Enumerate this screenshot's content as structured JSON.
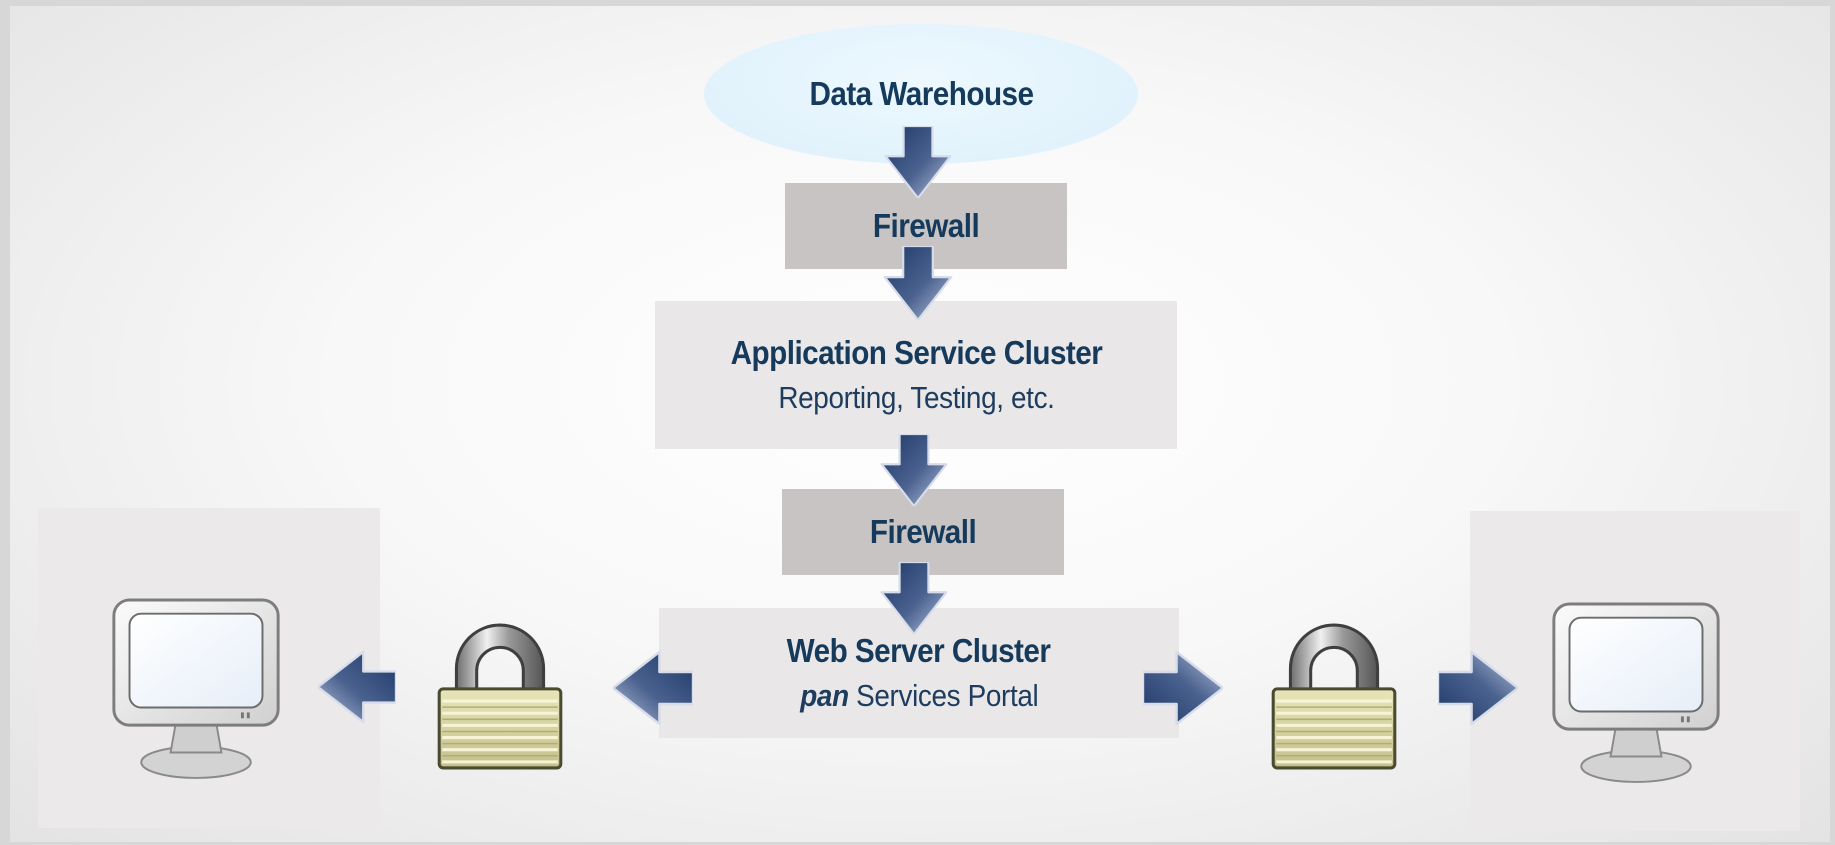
{
  "nodes": {
    "data_warehouse": "Data Warehouse",
    "firewall_top": "Firewall",
    "app_cluster": {
      "title": "Application Service Cluster",
      "subtitle": "Reporting, Testing, etc."
    },
    "firewall_bottom": "Firewall",
    "web_cluster": {
      "title": "Web Server Cluster",
      "subtitle_em": "pan",
      "subtitle_rest": " Services Portal"
    }
  },
  "icons": {
    "arrow": "arrow-icon",
    "lock": "padlock-icon",
    "monitor": "monitor-icon"
  },
  "colors": {
    "text": "#163a5c",
    "firewall_fill": "#c8c4c4",
    "cluster_fill": "#e9e7e7",
    "warehouse_fill": "#dcf0fb",
    "arrow_dark": "#1c3766",
    "arrow_light": "#a9b6d1"
  }
}
